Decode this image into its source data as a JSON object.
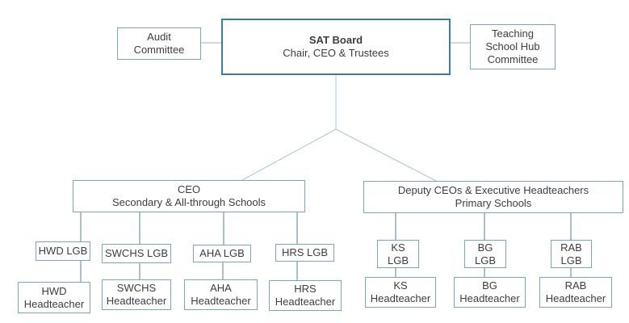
{
  "colors": {
    "page_bg": "#ffffff",
    "box_border": "#76a7bd",
    "sat_border": "#3a7e9e",
    "line_light": "#aec5d6",
    "line_gray": "#9fb0bb",
    "line_dark": "#52849b",
    "text_color": "#3d3d3d"
  },
  "board": {
    "audit": {
      "line1": "Audit",
      "line2": "Committee"
    },
    "sat": {
      "title": "SAT Board",
      "subtitle": "Chair, CEO & Trustees"
    },
    "teaching_hub": {
      "line1": "Teaching",
      "line2": "School Hub",
      "line3": "Committee"
    }
  },
  "executives": {
    "ceo": {
      "line1": "CEO",
      "line2": "Secondary & All-through Schools"
    },
    "deputy": {
      "line1": "Deputy CEOs & Executive Headteachers",
      "line2": "Primary Schools"
    }
  },
  "secondary_schools": [
    {
      "lgb": "HWD LGB",
      "head_line1": "HWD",
      "head_line2": "Headteacher"
    },
    {
      "lgb": "SWCHS LGB",
      "head_line1": "SWCHS",
      "head_line2": "Headteacher"
    },
    {
      "lgb": "AHA LGB",
      "head_line1": "AHA",
      "head_line2": "Headteacher"
    },
    {
      "lgb": "HRS LGB",
      "head_line1": "HRS",
      "head_line2": "Headteacher"
    }
  ],
  "primary_schools": [
    {
      "lgb_line1": "KS",
      "lgb_line2": "LGB",
      "head_line1": "KS",
      "head_line2": "Headteacher"
    },
    {
      "lgb_line1": "BG",
      "lgb_line2": "LGB",
      "head_line1": "BG",
      "head_line2": "Headteacher"
    },
    {
      "lgb_line1": "RAB",
      "lgb_line2": "LGB",
      "head_line1": "RAB",
      "head_line2": "Headteacher"
    }
  ]
}
